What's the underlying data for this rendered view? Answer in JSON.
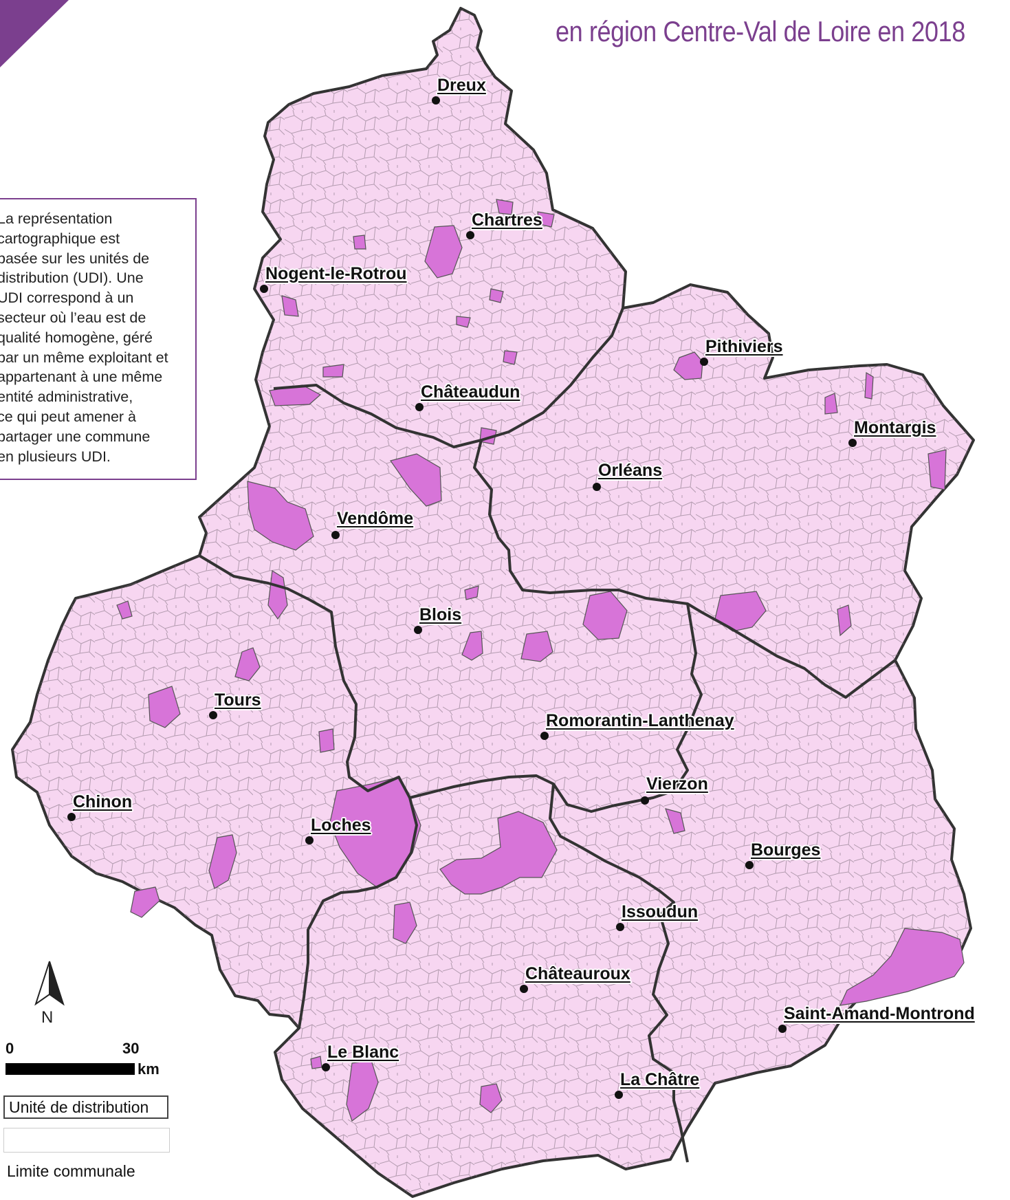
{
  "title": "en région Centre-Val de Loire en 2018",
  "info_text": "La représentation\ncartographique est\nbasée sur les unités de\ndistribution (UDI). Une\nUDI correspond à un\nsecteur où l’eau est de\nqualité homogène, géré\npar un même exploitant et\nappartenant à une même\nentité administrative,\nce qui peut amener à\npartager une commune\nen plusieurs UDI.",
  "north_label": "N",
  "scale": {
    "start": "0",
    "end": "30",
    "unit": "km"
  },
  "legend": {
    "udi_label": "Unité de distribution",
    "communal_label": "Limite communale"
  },
  "colors": {
    "base_fill": "#f7d6f1",
    "highlight_fill": "#d774d8",
    "border": "#333333",
    "title": "#7b3f8e"
  },
  "cities": [
    {
      "name": "Dreux"
    },
    {
      "name": "Chartres"
    },
    {
      "name": "Nogent-le-Rotrou"
    },
    {
      "name": "Châteaudun"
    },
    {
      "name": "Pithiviers"
    },
    {
      "name": "Montargis"
    },
    {
      "name": "Orléans"
    },
    {
      "name": "Vendôme"
    },
    {
      "name": "Blois"
    },
    {
      "name": "Tours"
    },
    {
      "name": "Romorantin-Lanthenay"
    },
    {
      "name": "Vierzon"
    },
    {
      "name": "Chinon"
    },
    {
      "name": "Loches"
    },
    {
      "name": "Bourges"
    },
    {
      "name": "Issoudun"
    },
    {
      "name": "Châteauroux"
    },
    {
      "name": "Saint-Amand-Montrond"
    },
    {
      "name": "Le Blanc"
    },
    {
      "name": "La Châtre"
    }
  ]
}
